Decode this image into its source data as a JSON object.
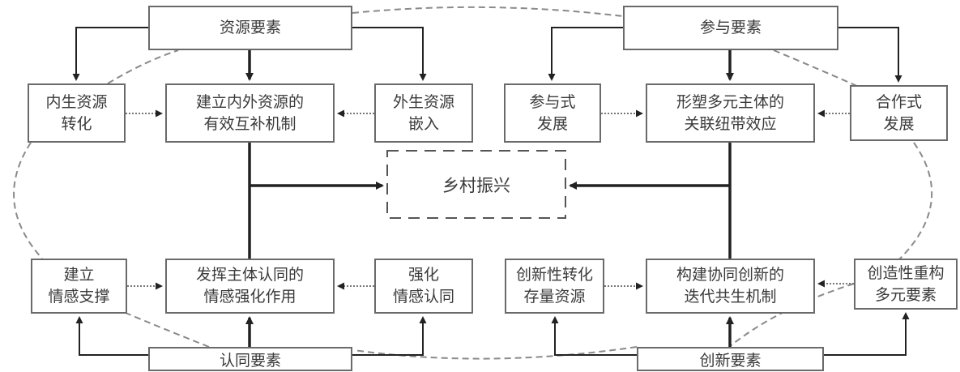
{
  "diagram": {
    "center": {
      "id": "rural-revitalization",
      "label": "乡村振兴"
    },
    "quadrants": [
      {
        "id": "resource",
        "element": "资源要素",
        "left": "内生资源\n转化",
        "middle": "建立内外资源的\n有效互补机制",
        "right": "外生资源\n嵌入"
      },
      {
        "id": "participation",
        "element": "参与要素",
        "left": "参与式\n发展",
        "middle": "形塑多元主体的\n关联纽带效应",
        "right": "合作式\n发展"
      },
      {
        "id": "identity",
        "element": "认同要素",
        "left": "建立\n情感支撑",
        "middle": "发挥主体认同的\n情感强化作用",
        "right": "强化\n情感认同"
      },
      {
        "id": "innovation",
        "element": "创新要素",
        "left": "创新性转化\n存量资源",
        "middle": "构建协同创新的\n迭代共生机制",
        "right": "创造性重构\n多元要素"
      }
    ],
    "colors": {
      "line": "#222222",
      "box_border": "#6a6a6a",
      "dashed": "#8a8a8a",
      "dotted": "#777777"
    }
  }
}
